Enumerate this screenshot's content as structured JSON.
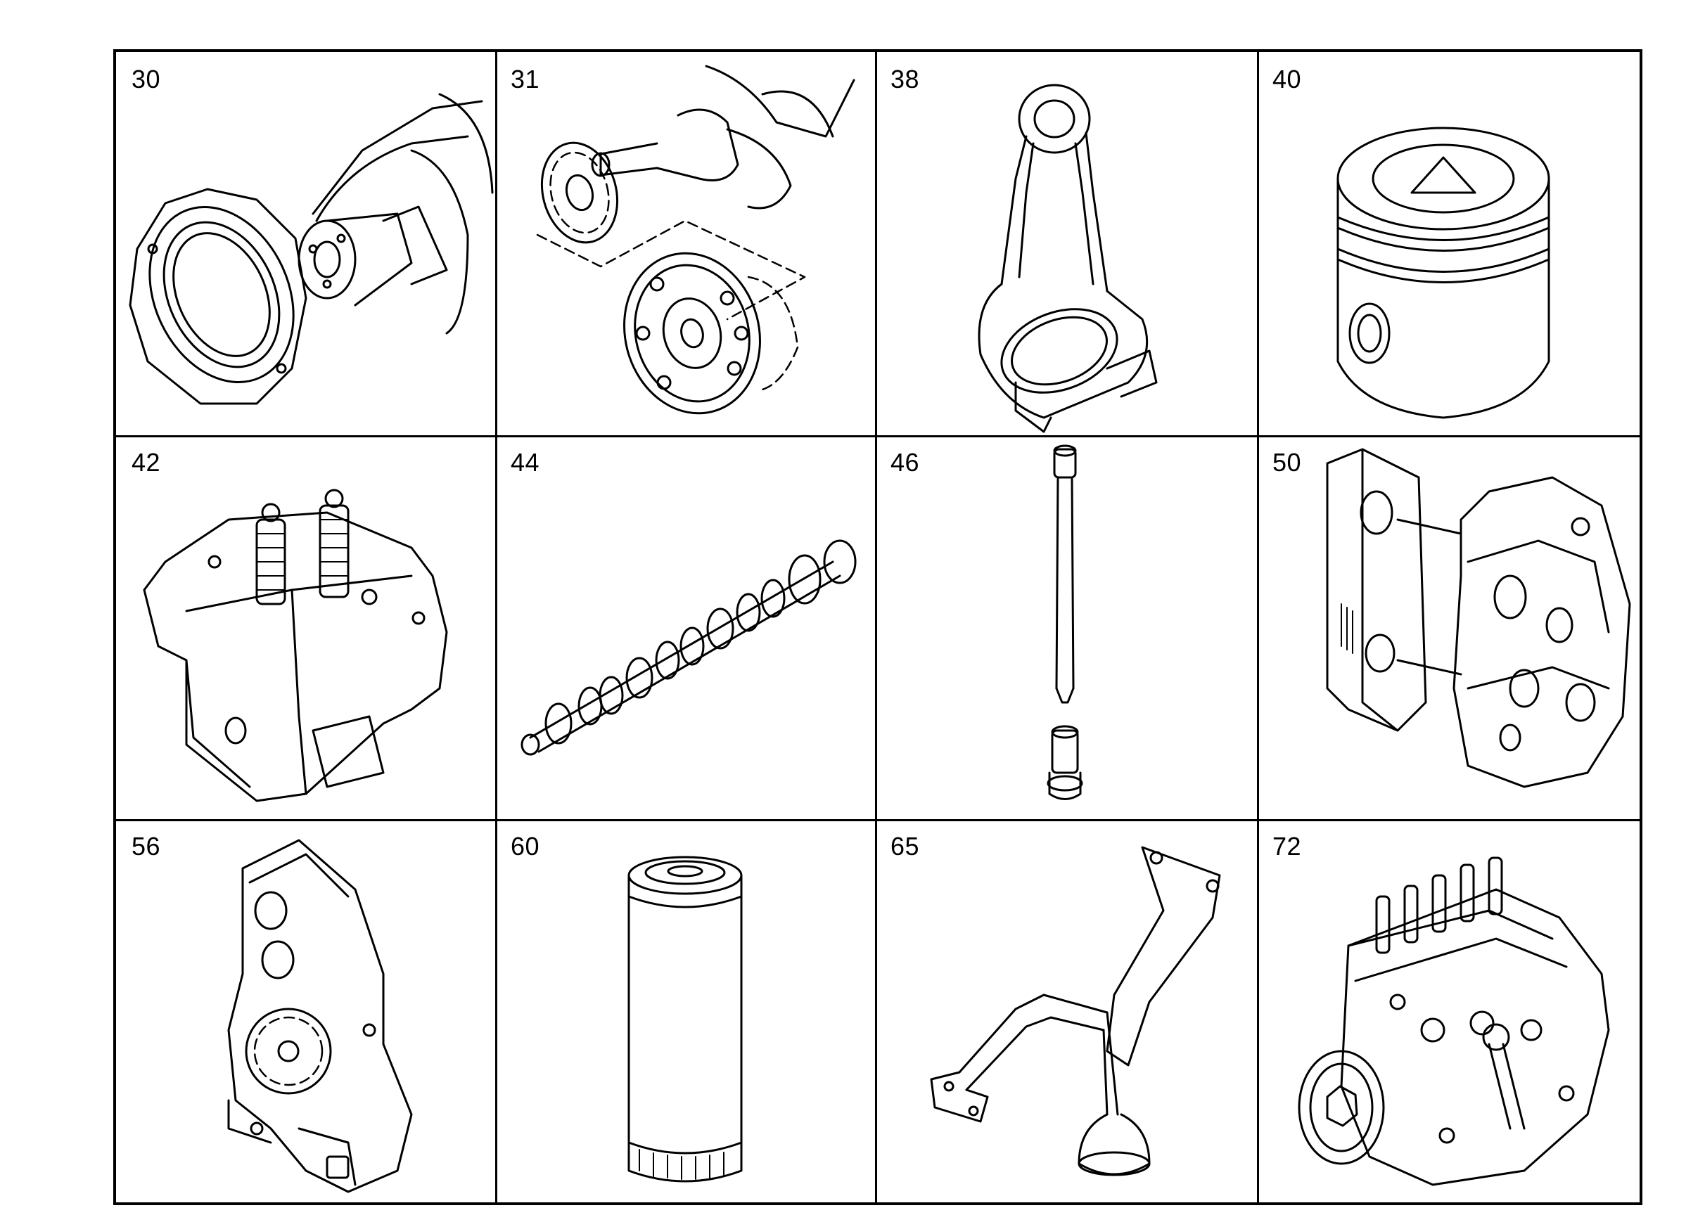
{
  "parts": [
    {
      "number": "30",
      "icon": "crankshaft-seal-icon"
    },
    {
      "number": "31",
      "icon": "crankshaft-gear-pulley-icon"
    },
    {
      "number": "38",
      "icon": "connecting-rod-icon"
    },
    {
      "number": "40",
      "icon": "piston-icon"
    },
    {
      "number": "42",
      "icon": "cylinder-head-icon"
    },
    {
      "number": "44",
      "icon": "camshaft-icon"
    },
    {
      "number": "46",
      "icon": "push-rod-tappet-icon"
    },
    {
      "number": "50",
      "icon": "oil-cooler-icon"
    },
    {
      "number": "56",
      "icon": "oil-pump-icon"
    },
    {
      "number": "60",
      "icon": "oil-filter-icon"
    },
    {
      "number": "65",
      "icon": "oil-suction-pipe-icon"
    },
    {
      "number": "72",
      "icon": "injection-pump-icon"
    }
  ]
}
